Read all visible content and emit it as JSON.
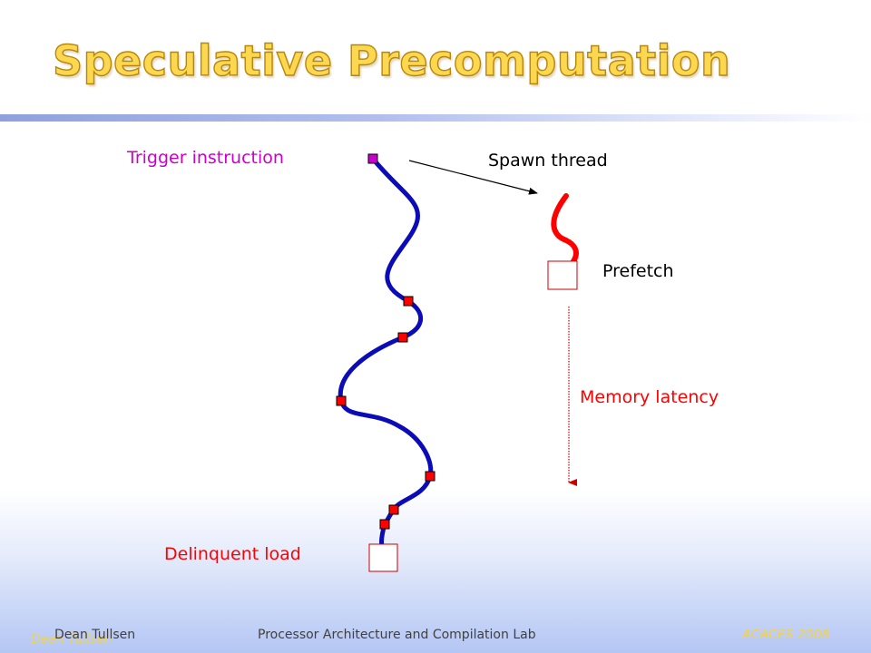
{
  "slide": {
    "title": "Speculative Precomputation"
  },
  "diagram": {
    "trigger_label": "Trigger instruction",
    "spawn_label": "Spawn thread",
    "prefetch_label": "Prefetch",
    "memory_latency_label": "Memory latency",
    "delinquent_label": "Delinquent load",
    "colors": {
      "main_thread": "#0b0bb8",
      "spawned_thread": "#ff0000",
      "trigger_marker": "#cc00cc",
      "load_marker": "#ff0000",
      "trigger_text": "#cc00cc",
      "label_red": "#ff0000"
    }
  },
  "footer": {
    "author": "Dean Tullsen",
    "lab": "Processor Architecture and Compilation Lab",
    "event": "ACACES 2008"
  }
}
